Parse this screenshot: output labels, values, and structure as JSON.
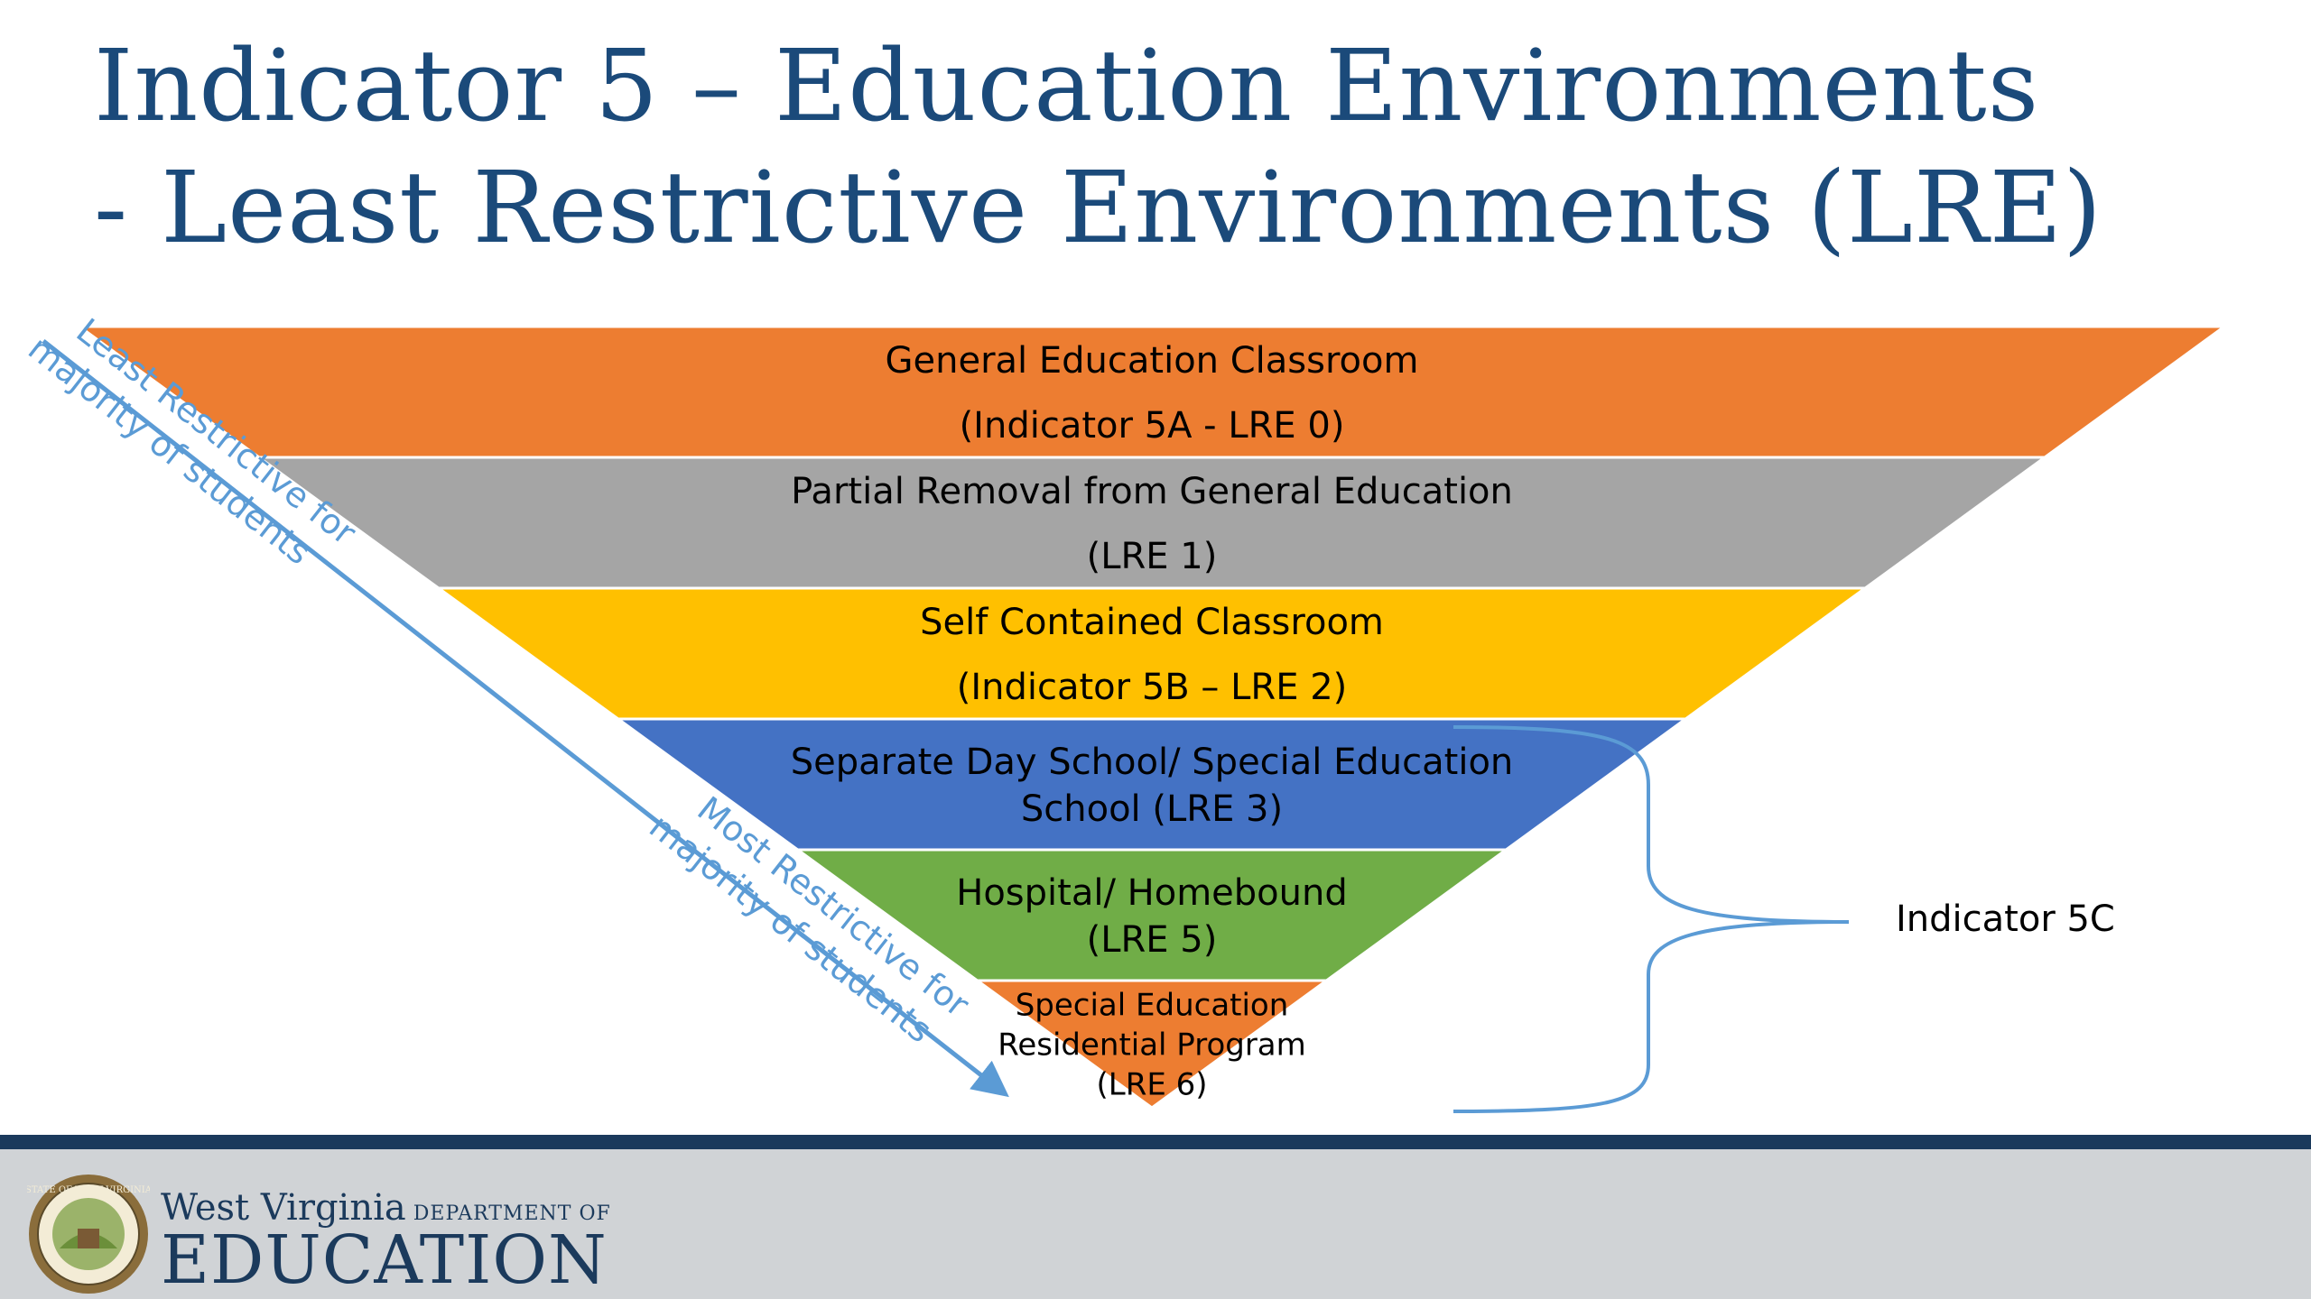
{
  "title": {
    "line1": "Indicator 5 – Education Environments",
    "line2": "- Least Restrictive Environments (LRE)"
  },
  "levels": [
    {
      "lines": [
        "General Education Classroom",
        "(Indicator 5A - LRE 0)"
      ],
      "color": "#ed7d31"
    },
    {
      "lines": [
        "Partial Removal from General Education",
        "(LRE 1)"
      ],
      "color": "#a5a5a5"
    },
    {
      "lines": [
        "Self Contained Classroom",
        "(Indicator 5B – LRE 2)"
      ],
      "color": "#ffc000"
    },
    {
      "lines": [
        "Separate Day School/ Special Education",
        "School (LRE 3)"
      ],
      "color": "#4472c4"
    },
    {
      "lines": [
        "Hospital/ Homebound",
        "(LRE 5)"
      ],
      "color": "#70ad47"
    },
    {
      "lines": [
        "Special Education",
        "Residential Program",
        "(LRE 6)"
      ],
      "color": "#ed7d31"
    }
  ],
  "arrow": {
    "least_line1": "Least Restrictive for",
    "least_line2": "majority of students",
    "most_line1": "Most Restrictive for",
    "most_line2": "majority of students",
    "color": "#5b9bd5"
  },
  "bracket_label": "Indicator 5C",
  "footer": {
    "org_name": "West Virginia",
    "dept_label": "DEPARTMENT OF",
    "edu_label": "EDUCATION",
    "seal_text": "STATE OF WEST VIRGINIA",
    "bar_color": "#1b3a5c",
    "bg_color": "#d0d3d6"
  }
}
